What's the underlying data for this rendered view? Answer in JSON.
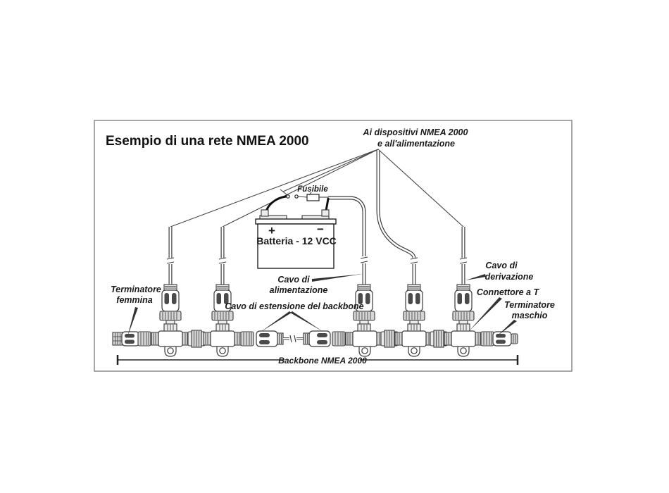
{
  "diagram": {
    "title": "Esempio di una rete NMEA 2000",
    "labels": {
      "devices_line1": "Ai dispositivi NMEA 2000",
      "devices_line2": "e all'alimentazione",
      "fuse": "Fusibile",
      "battery_plus": "+",
      "battery_minus": "−",
      "battery": "Batteria - 12 VCC",
      "power_cable_line1": "Cavo di",
      "power_cable_line2": "alimentazione",
      "backbone_extension": "Cavo di estensione del backbone",
      "terminator_female_line1": "Terminatore",
      "terminator_female_line2": "femmina",
      "drop_cable_line1": "Cavo di",
      "drop_cable_line2": "derivazione",
      "t_connector": "Connettore a T",
      "terminator_male_line1": "Terminatore",
      "terminator_male_line2": "maschio",
      "backbone_dimension": "Backbone NMEA 2000"
    },
    "colors": {
      "ink": "#2f2f2f",
      "border": "#8a8a8a",
      "background": "#ffffff"
    }
  }
}
